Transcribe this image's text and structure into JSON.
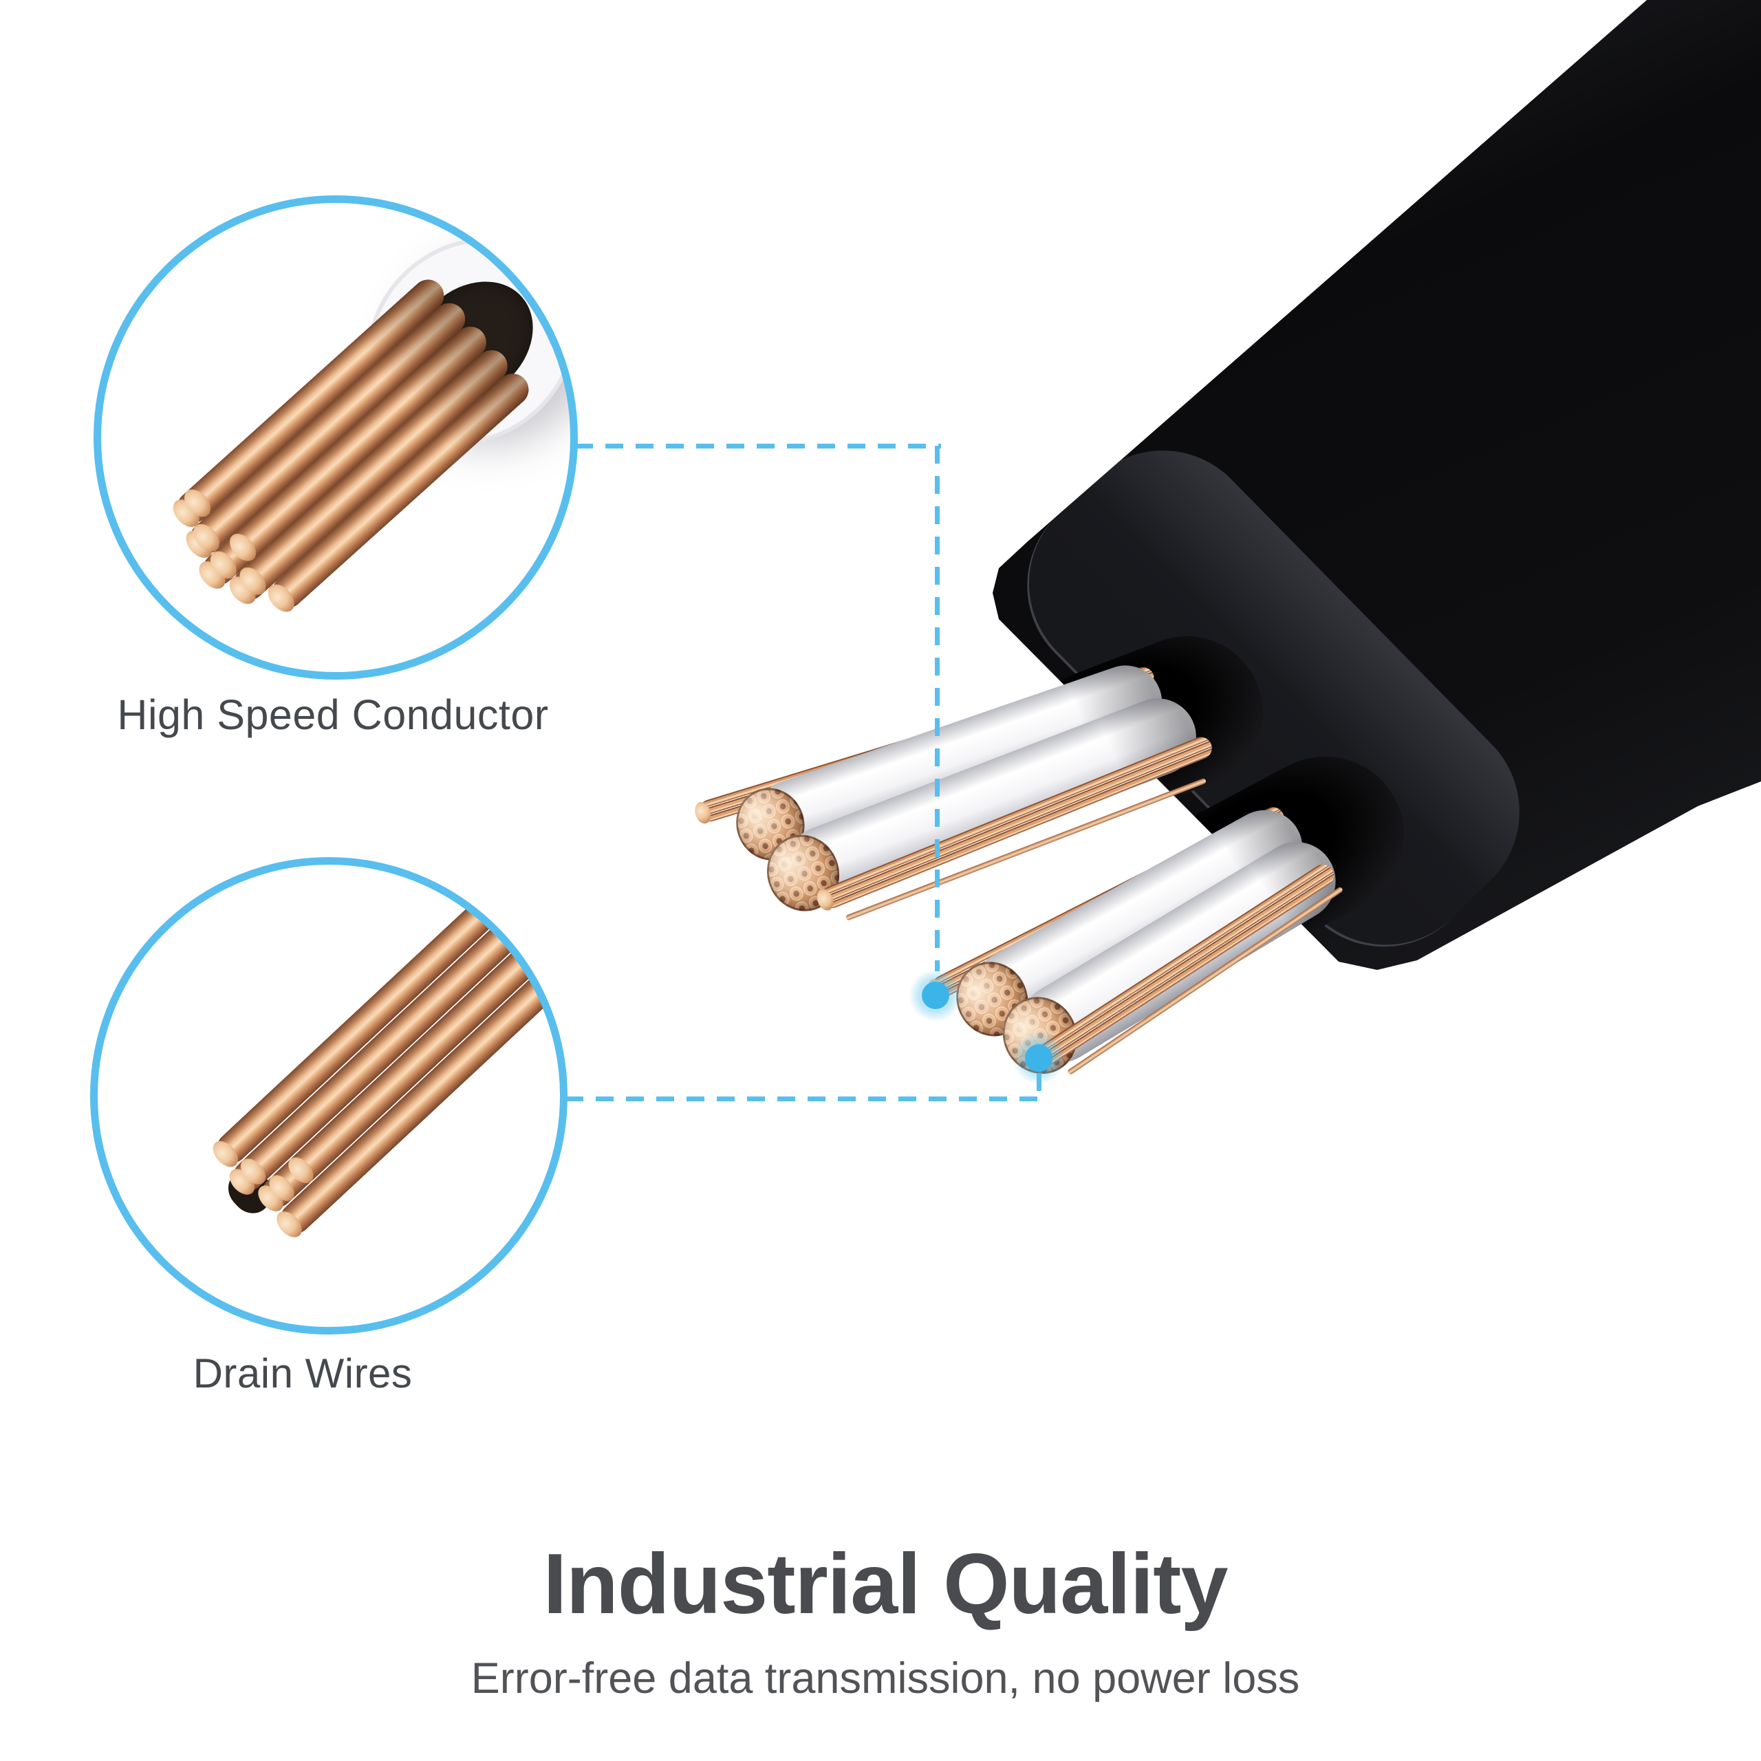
{
  "callouts": {
    "conductor": {
      "label": "High Speed Conductor"
    },
    "drain": {
      "label": "Drain Wires"
    }
  },
  "heading": {
    "title": "Industrial Quality",
    "subtitle": "Error-free data transmission, no power loss"
  },
  "colors": {
    "accent": "#58BEEE",
    "dot": "#3DB4E9",
    "halo": "rgba(93,196,240,0.40)",
    "label": "#45484D",
    "title": "#4A4B4E",
    "subtitle": "#525356",
    "copper_light": "#F7DCBB",
    "copper_mid": "#DCA273",
    "copper_dark": "#8A5637",
    "wire_white": "#F4F4F6",
    "cable_black": "#0C0C0E"
  }
}
